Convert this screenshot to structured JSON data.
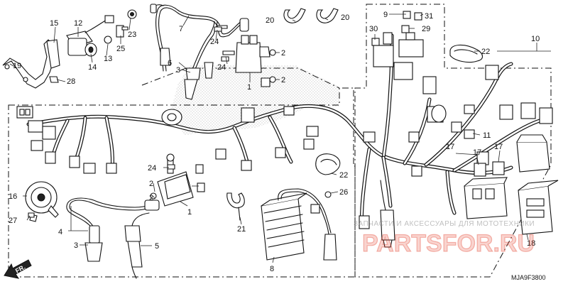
{
  "diagram": {
    "callouts": {
      "c1a": "1",
      "c1b": "1",
      "c2a": "2",
      "c2b": "2",
      "c2c": "2",
      "c2d": "2",
      "c3a": "3",
      "c3b": "3",
      "c4": "4",
      "c5": "5",
      "c6": "6",
      "c7": "7",
      "c8": "8",
      "c9": "9",
      "c10": "10",
      "c11": "11",
      "c12": "12",
      "c13": "13",
      "c14": "14",
      "c15": "15",
      "c16": "16",
      "c17a": "17",
      "c17b": "17",
      "c17c": "17",
      "c18": "18",
      "c19": "19",
      "c20a": "20",
      "c20b": "20",
      "c21": "21",
      "c22a": "22",
      "c22b": "22",
      "c23": "23",
      "c24a": "24",
      "c24b": "24",
      "c24c": "24",
      "c25": "25",
      "c26": "26",
      "c27": "27",
      "c28": "28",
      "c29": "29",
      "c30": "30",
      "c31": "31"
    },
    "front_arrow_label": "FR.",
    "drawing_code": "MJA9F3800"
  },
  "watermark": {
    "line1": "ЗАПЧАСТИ И АКСЕССУАРЫ ДЛЯ МОТОТЕХНИКИ",
    "line2": "PARTSFOR.RU"
  },
  "colors": {
    "ink": "#111111",
    "watermark_red": "#e23a26",
    "stipple": "#555555"
  }
}
